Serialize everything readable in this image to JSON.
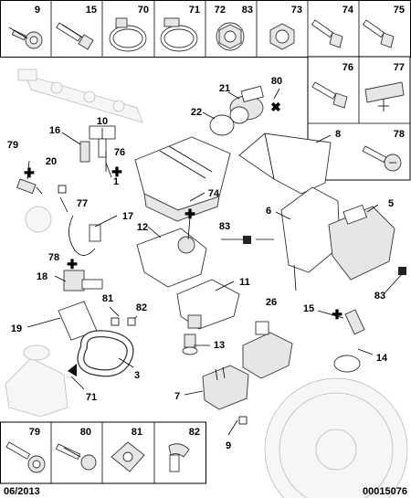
{
  "header_parts": [
    "9",
    "15",
    "70",
    "71",
    "72",
    "83",
    "73",
    "74",
    "75"
  ],
  "right_parts": [
    "76",
    "77",
    "78"
  ],
  "footer_parts": [
    "79",
    "80",
    "81",
    "82"
  ],
  "callouts": {
    "c80": "80",
    "c21": "21",
    "c22": "22",
    "c8": "8",
    "c16": "16",
    "c10": "10",
    "c76": "76",
    "c79": "79",
    "c20": "20",
    "c1": "1",
    "c77": "77",
    "c74": "74",
    "c6": "6",
    "c5": "5",
    "c17": "17",
    "c12": "12",
    "c83a": "83",
    "c78": "78",
    "c18": "18",
    "c11": "11",
    "c83b": "83",
    "c81": "81",
    "c82": "82",
    "c26": "26",
    "c15": "15",
    "c19": "19",
    "c13": "13",
    "c14": "14",
    "c3": "3",
    "c71": "71",
    "c7": "7",
    "c9": "9"
  },
  "footer": {
    "date": "06/2013",
    "ref": "00015076"
  }
}
